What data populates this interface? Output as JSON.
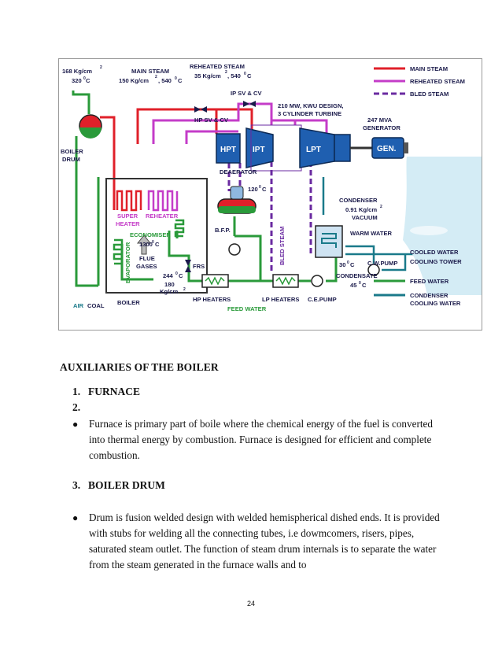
{
  "diagram": {
    "labels": {
      "drum_pressure": "168 Kg/cm",
      "drum_temp": "320",
      "main_steam_title": "MAIN STEAM",
      "main_steam_spec": "150 Kg/cm",
      "main_steam_temp": ", 540",
      "reheated_title": "REHEATED STEAM",
      "reheated_spec": "35 Kg/cm",
      "reheated_temp": ", 540",
      "ip_valve": "IP SV & CV",
      "hp_valve": "HP SV & CV",
      "turbine_line1": "210 MW, KWU DESIGN,",
      "turbine_line2": "3 CYLINDER TURBINE",
      "generator_rating1": "247 MVA",
      "generator_rating2": "GENERATOR",
      "hpt": "HPT",
      "ipt": "IPT",
      "lpt": "LPT",
      "gen": "GEN.",
      "boiler_drum1": "BOILER",
      "boiler_drum2": "DRUM",
      "deaerator": "DEAERATOR",
      "deaerator_temp": "120",
      "super1": "SUPER",
      "super2": "HEATER",
      "reheater": "REHEATER",
      "economiser": "ECONOMISER",
      "furnace_temp": "1300",
      "flue1": "FLUE",
      "flue2": "GASES",
      "evaporator": "EVAPORATOR",
      "bfp": "B.F.P.",
      "frs": "FRS",
      "bled_steam_vertical": "BLED STEAM",
      "condenser": "CONDENSER",
      "vacuum1": "0.91 Kg/cm",
      "vacuum2": "VACUUM",
      "warm_water": "WARM WATER",
      "cw_temp": "30",
      "cw_pump": "C.W.PUMP",
      "condensate": "CONDENSATE",
      "condensate_temp": "45",
      "fw_temp": "244",
      "fw_pressure1": "180",
      "fw_pressure2": "Kg/cm",
      "hp_heaters": "HP HEATERS",
      "lp_heaters": "LP HEATERS",
      "ce_pump": "C.E.PUMP",
      "feed_water_bottom": "FEED WATER",
      "air": "AIR",
      "coal": "COAL",
      "boiler": "BOILER",
      "cooled_water": "COOLED WATER",
      "cooling_tower": "COOLING TOWER",
      "sup2": "2",
      "deg": "0",
      "c": "C"
    },
    "legend": [
      {
        "label": "MAIN STEAM",
        "color": "#e0202a",
        "style": "solid"
      },
      {
        "label": "REHEATED STEAM",
        "color": "#c43cc8",
        "style": "solid"
      },
      {
        "label": "BLED STEAM",
        "color": "#6a2aa0",
        "style": "dashed"
      },
      {
        "label": "FEED WATER",
        "color": "#2a9a3a",
        "style": "solid"
      },
      {
        "label": "CONDENSER",
        "color": "#1a7a8a",
        "style": "solid"
      },
      {
        "label": "COOLING WATER",
        "color": "",
        "style": "none"
      }
    ],
    "colors": {
      "main_steam": "#e0202a",
      "reheated_steam": "#c43cc8",
      "bled_steam": "#6a2aa0",
      "feed_water": "#2a9a3a",
      "cooling_water": "#1a7a8a",
      "turbine_blue": "#1f5fb0",
      "label_blue": "#1a1a4a"
    }
  },
  "document": {
    "heading": "AUXILIARIES OF THE BOILER",
    "item1_num": "1.",
    "item1_label": "FURNACE",
    "item2_num": "2.",
    "bullet1": "Furnace is primary part of boile where the chemical energy of the fuel is converted into thermal energy by combustion. Furnace is designed for efficient and complete combustion.",
    "item3_num": "3.",
    "item3_label": "BOILER DRUM",
    "bullet2": "Drum is fusion welded design with welded hemispherical dished ends. It is provided with stubs for welding all the connecting tubes, i.e dowmcomers, risers, pipes, saturated steam outlet. The function of steam drum internals is to separate the water from the steam generated in the furnace walls and to",
    "page_number": "24"
  }
}
